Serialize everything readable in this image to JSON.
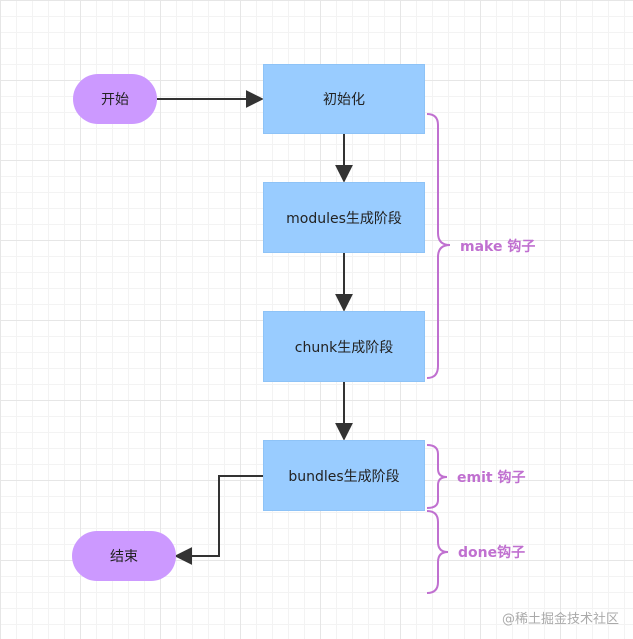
{
  "nodes": {
    "start": "开始",
    "init": "初始化",
    "modules": "modules生成阶段",
    "chunk": "chunk生成阶段",
    "bundles": "bundles生成阶段",
    "end": "结束"
  },
  "hooks": {
    "make": "make 钩子",
    "emit": "emit 钩子",
    "done": "done钩子"
  },
  "colors": {
    "process_fill": "#99ccff",
    "terminal_fill": "#cc99ff",
    "hook_color": "#c070d0",
    "arrow_color": "#333333"
  },
  "watermark": "@稀土掘金技术社区"
}
